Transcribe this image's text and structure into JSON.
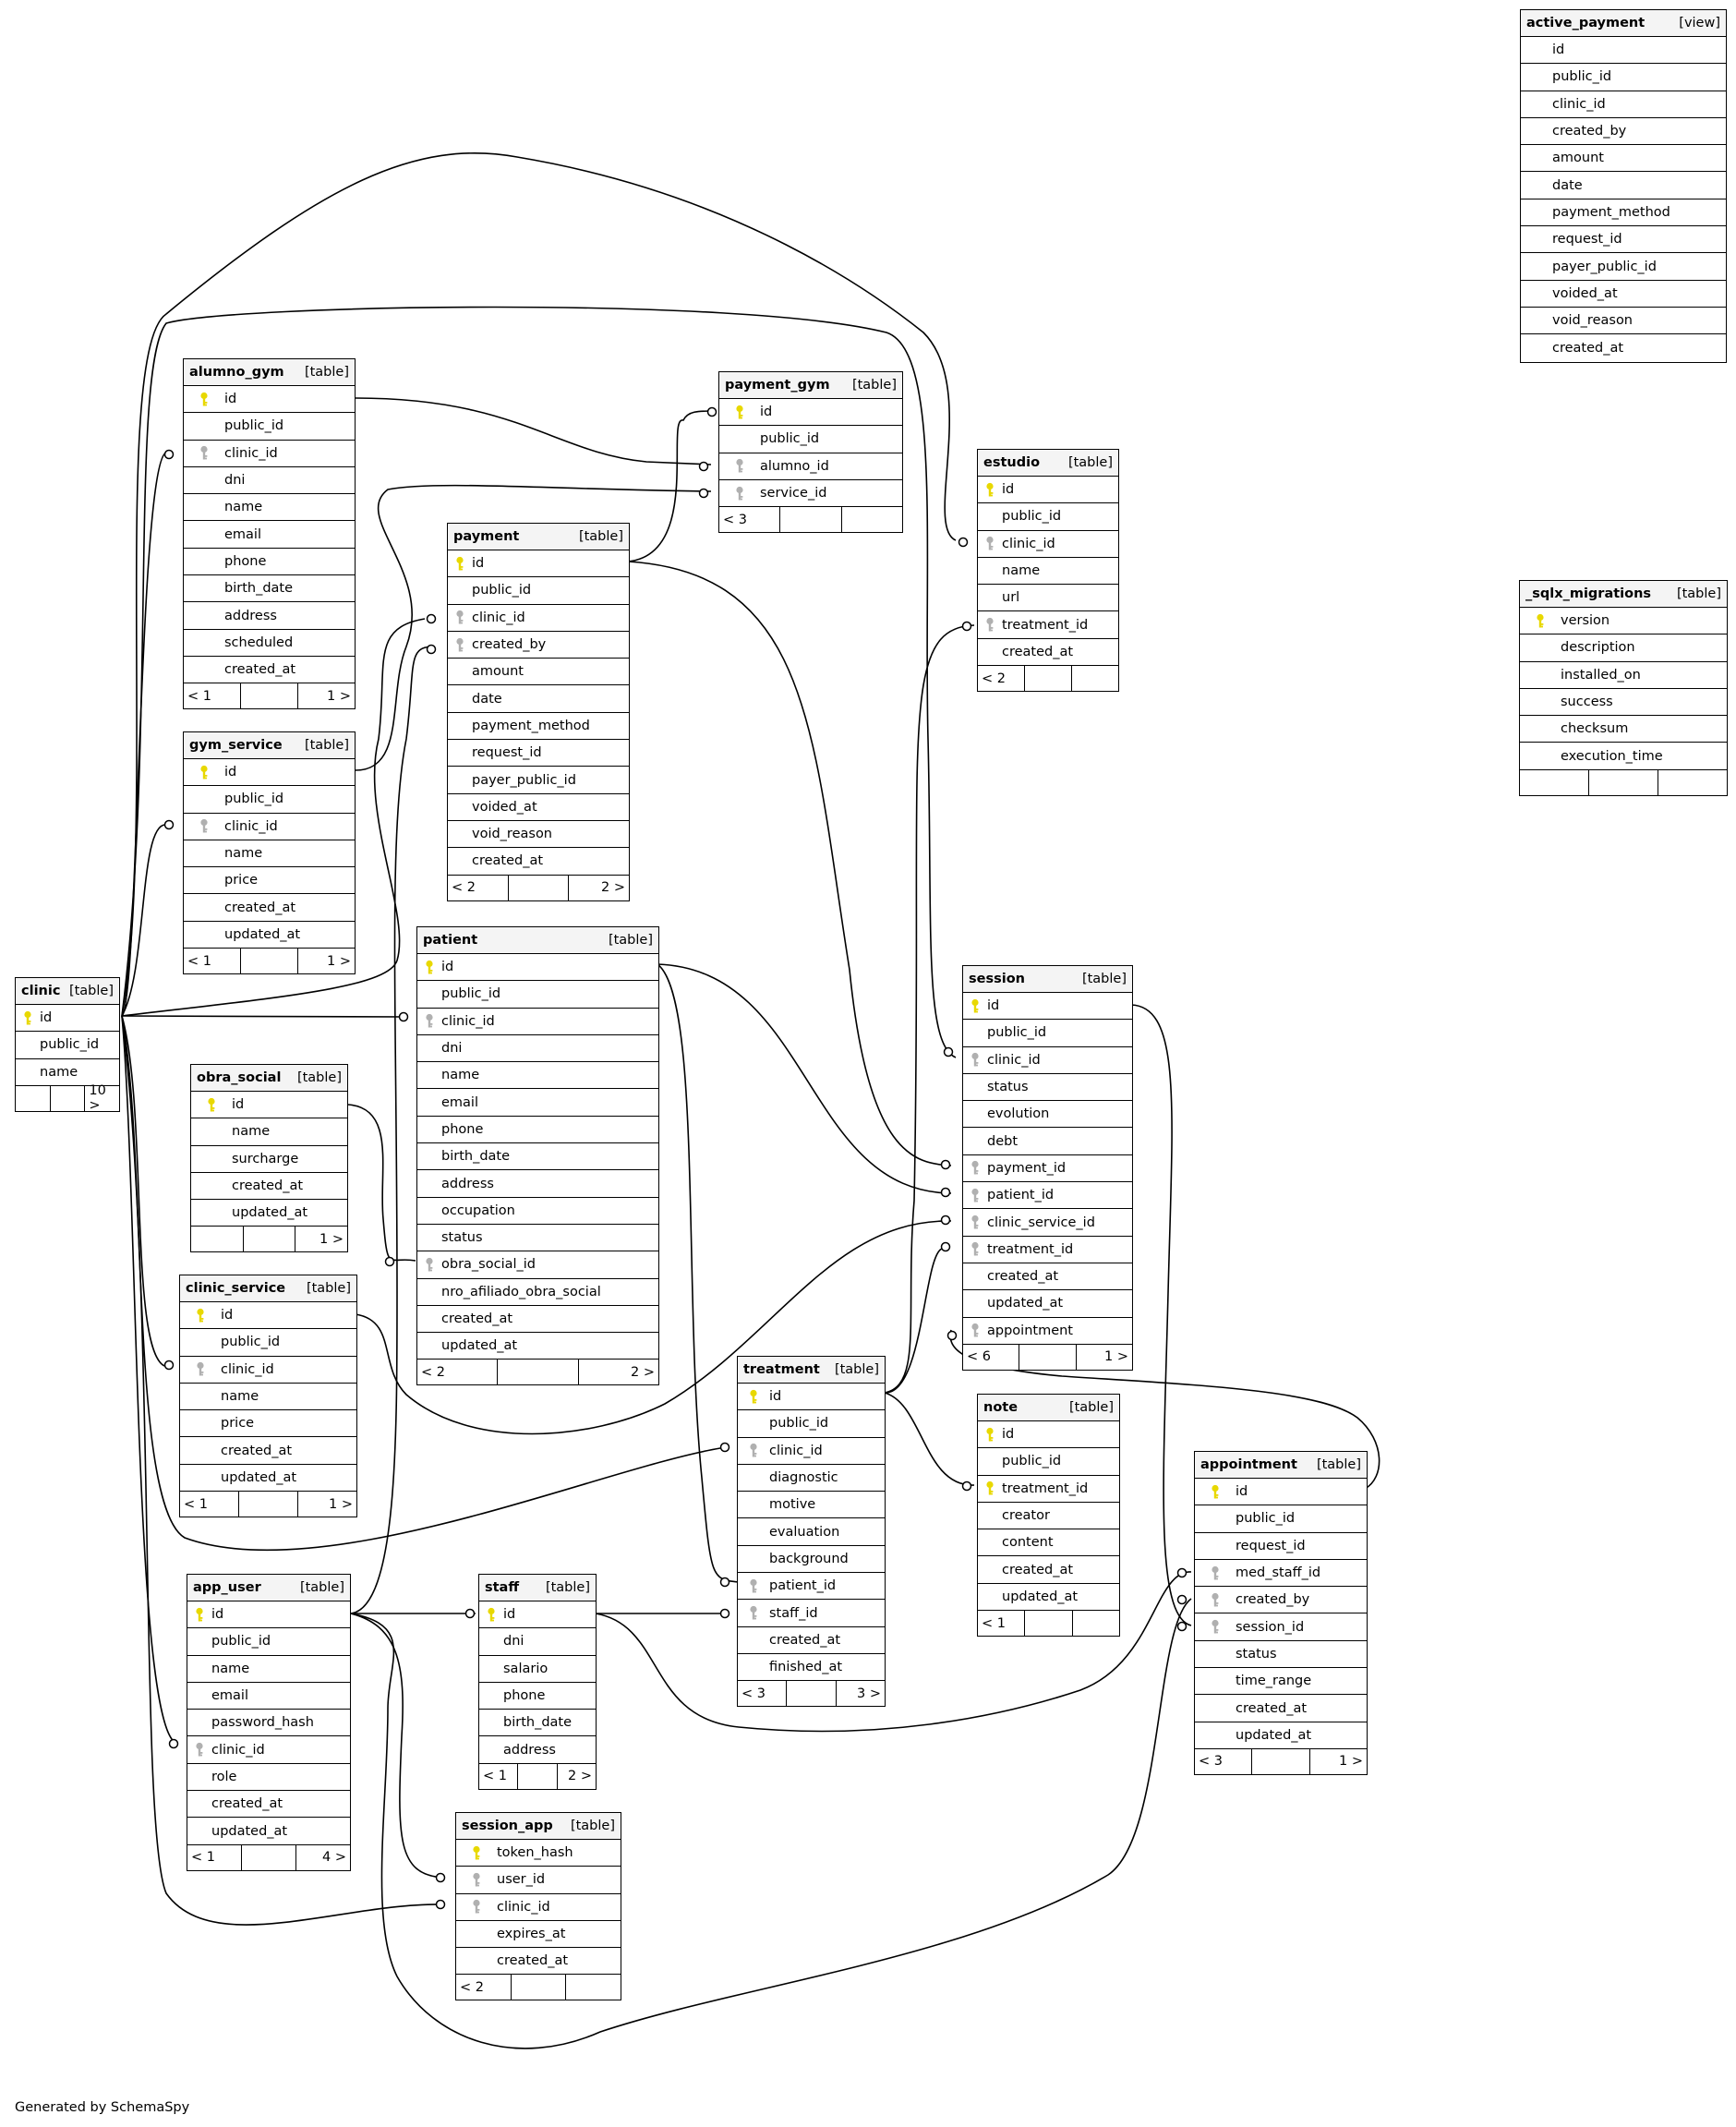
{
  "generator": "Generated by SchemaSpy",
  "colors": {
    "primary_key": "#e8d800",
    "foreign_key": "#b0b0b0",
    "header_bg": "#f4f4f4"
  },
  "tables": [
    {
      "name": "active_payment",
      "kind": "[view]",
      "columns": [
        {
          "n": "id"
        },
        {
          "n": "public_id"
        },
        {
          "n": "clinic_id"
        },
        {
          "n": "created_by"
        },
        {
          "n": "amount"
        },
        {
          "n": "date"
        },
        {
          "n": "payment_method"
        },
        {
          "n": "request_id"
        },
        {
          "n": "payer_public_id"
        },
        {
          "n": "voided_at"
        },
        {
          "n": "void_reason"
        },
        {
          "n": "created_at"
        }
      ],
      "footer": null
    },
    {
      "name": "alumno_gym",
      "kind": "[table]",
      "columns": [
        {
          "n": "id",
          "k": "pk"
        },
        {
          "n": "public_id"
        },
        {
          "n": "clinic_id",
          "k": "fk"
        },
        {
          "n": "dni"
        },
        {
          "n": "name"
        },
        {
          "n": "email"
        },
        {
          "n": "phone"
        },
        {
          "n": "birth_date"
        },
        {
          "n": "address"
        },
        {
          "n": "scheduled"
        },
        {
          "n": "created_at"
        }
      ],
      "footer": [
        "< 1",
        "",
        "1 >"
      ]
    },
    {
      "name": "payment_gym",
      "kind": "[table]",
      "columns": [
        {
          "n": "id",
          "k": "pk"
        },
        {
          "n": "public_id"
        },
        {
          "n": "alumno_id",
          "k": "fk"
        },
        {
          "n": "service_id",
          "k": "fk"
        }
      ],
      "footer": [
        "< 3",
        "",
        ""
      ]
    },
    {
      "name": "estudio",
      "kind": "[table]",
      "columns": [
        {
          "n": "id",
          "k": "pk"
        },
        {
          "n": "public_id"
        },
        {
          "n": "clinic_id",
          "k": "fk"
        },
        {
          "n": "name"
        },
        {
          "n": "url"
        },
        {
          "n": "treatment_id",
          "k": "fk"
        },
        {
          "n": "created_at"
        }
      ],
      "footer": [
        "< 2",
        "",
        ""
      ]
    },
    {
      "name": "payment",
      "kind": "[table]",
      "columns": [
        {
          "n": "id",
          "k": "pk"
        },
        {
          "n": "public_id"
        },
        {
          "n": "clinic_id",
          "k": "fk"
        },
        {
          "n": "created_by",
          "k": "fk"
        },
        {
          "n": "amount"
        },
        {
          "n": "date"
        },
        {
          "n": "payment_method"
        },
        {
          "n": "request_id"
        },
        {
          "n": "payer_public_id"
        },
        {
          "n": "voided_at"
        },
        {
          "n": "void_reason"
        },
        {
          "n": "created_at"
        }
      ],
      "footer": [
        "< 2",
        "",
        "2 >"
      ]
    },
    {
      "name": "_sqlx_migrations",
      "kind": "[table]",
      "columns": [
        {
          "n": "version",
          "k": "pk"
        },
        {
          "n": "description"
        },
        {
          "n": "installed_on"
        },
        {
          "n": "success"
        },
        {
          "n": "checksum"
        },
        {
          "n": "execution_time"
        }
      ],
      "footer": [
        "",
        "",
        ""
      ]
    },
    {
      "name": "gym_service",
      "kind": "[table]",
      "columns": [
        {
          "n": "id",
          "k": "pk"
        },
        {
          "n": "public_id"
        },
        {
          "n": "clinic_id",
          "k": "fk"
        },
        {
          "n": "name"
        },
        {
          "n": "price"
        },
        {
          "n": "created_at"
        },
        {
          "n": "updated_at"
        }
      ],
      "footer": [
        "< 1",
        "",
        "1 >"
      ]
    },
    {
      "name": "patient",
      "kind": "[table]",
      "columns": [
        {
          "n": "id",
          "k": "pk"
        },
        {
          "n": "public_id"
        },
        {
          "n": "clinic_id",
          "k": "fk"
        },
        {
          "n": "dni"
        },
        {
          "n": "name"
        },
        {
          "n": "email"
        },
        {
          "n": "phone"
        },
        {
          "n": "birth_date"
        },
        {
          "n": "address"
        },
        {
          "n": "occupation"
        },
        {
          "n": "status"
        },
        {
          "n": "obra_social_id",
          "k": "fk"
        },
        {
          "n": "nro_afiliado_obra_social"
        },
        {
          "n": "created_at"
        },
        {
          "n": "updated_at"
        }
      ],
      "footer": [
        "< 2",
        "",
        "2 >"
      ]
    },
    {
      "name": "session",
      "kind": "[table]",
      "columns": [
        {
          "n": "id",
          "k": "pk"
        },
        {
          "n": "public_id"
        },
        {
          "n": "clinic_id",
          "k": "fk"
        },
        {
          "n": "status"
        },
        {
          "n": "evolution"
        },
        {
          "n": "debt"
        },
        {
          "n": "payment_id",
          "k": "fk"
        },
        {
          "n": "patient_id",
          "k": "fk"
        },
        {
          "n": "clinic_service_id",
          "k": "fk"
        },
        {
          "n": "treatment_id",
          "k": "fk"
        },
        {
          "n": "created_at"
        },
        {
          "n": "updated_at"
        },
        {
          "n": "appointment",
          "k": "fk"
        }
      ],
      "footer": [
        "< 6",
        "",
        "1 >"
      ]
    },
    {
      "name": "clinic",
      "kind": "[table]",
      "columns": [
        {
          "n": "id",
          "k": "pk"
        },
        {
          "n": "public_id"
        },
        {
          "n": "name"
        }
      ],
      "footer": [
        "",
        "",
        "10 >"
      ]
    },
    {
      "name": "obra_social",
      "kind": "[table]",
      "columns": [
        {
          "n": "id",
          "k": "pk"
        },
        {
          "n": "name"
        },
        {
          "n": "surcharge"
        },
        {
          "n": "created_at"
        },
        {
          "n": "updated_at"
        }
      ],
      "footer": [
        "",
        "",
        "1 >"
      ]
    },
    {
      "name": "clinic_service",
      "kind": "[table]",
      "columns": [
        {
          "n": "id",
          "k": "pk"
        },
        {
          "n": "public_id"
        },
        {
          "n": "clinic_id",
          "k": "fk"
        },
        {
          "n": "name"
        },
        {
          "n": "price"
        },
        {
          "n": "created_at"
        },
        {
          "n": "updated_at"
        }
      ],
      "footer": [
        "< 1",
        "",
        "1 >"
      ]
    },
    {
      "name": "treatment",
      "kind": "[table]",
      "columns": [
        {
          "n": "id",
          "k": "pk"
        },
        {
          "n": "public_id"
        },
        {
          "n": "clinic_id",
          "k": "fk"
        },
        {
          "n": "diagnostic"
        },
        {
          "n": "motive"
        },
        {
          "n": "evaluation"
        },
        {
          "n": "background"
        },
        {
          "n": "patient_id",
          "k": "fk"
        },
        {
          "n": "staff_id",
          "k": "fk"
        },
        {
          "n": "created_at"
        },
        {
          "n": "finished_at"
        }
      ],
      "footer": [
        "< 3",
        "",
        "3 >"
      ]
    },
    {
      "name": "note",
      "kind": "[table]",
      "columns": [
        {
          "n": "id",
          "k": "pk"
        },
        {
          "n": "public_id"
        },
        {
          "n": "treatment_id",
          "k": "pkfk"
        },
        {
          "n": "creator"
        },
        {
          "n": "content"
        },
        {
          "n": "created_at"
        },
        {
          "n": "updated_at"
        }
      ],
      "footer": [
        "< 1",
        "",
        ""
      ]
    },
    {
      "name": "appointment",
      "kind": "[table]",
      "columns": [
        {
          "n": "id",
          "k": "pk"
        },
        {
          "n": "public_id"
        },
        {
          "n": "request_id"
        },
        {
          "n": "med_staff_id",
          "k": "fk"
        },
        {
          "n": "created_by",
          "k": "fk"
        },
        {
          "n": "session_id",
          "k": "fk"
        },
        {
          "n": "status"
        },
        {
          "n": "time_range"
        },
        {
          "n": "created_at"
        },
        {
          "n": "updated_at"
        }
      ],
      "footer": [
        "< 3",
        "",
        "1 >"
      ]
    },
    {
      "name": "app_user",
      "kind": "[table]",
      "columns": [
        {
          "n": "id",
          "k": "pk"
        },
        {
          "n": "public_id"
        },
        {
          "n": "name"
        },
        {
          "n": "email"
        },
        {
          "n": "password_hash"
        },
        {
          "n": "clinic_id",
          "k": "fk"
        },
        {
          "n": "role"
        },
        {
          "n": "created_at"
        },
        {
          "n": "updated_at"
        }
      ],
      "footer": [
        "< 1",
        "",
        "4 >"
      ]
    },
    {
      "name": "staff",
      "kind": "[table]",
      "columns": [
        {
          "n": "id",
          "k": "pk"
        },
        {
          "n": "dni"
        },
        {
          "n": "salario"
        },
        {
          "n": "phone"
        },
        {
          "n": "birth_date"
        },
        {
          "n": "address"
        }
      ],
      "footer": [
        "< 1",
        "",
        "2 >"
      ]
    },
    {
      "name": "session_app",
      "kind": "[table]",
      "columns": [
        {
          "n": "token_hash",
          "k": "pk"
        },
        {
          "n": "user_id",
          "k": "fk"
        },
        {
          "n": "clinic_id",
          "k": "fk"
        },
        {
          "n": "expires_at"
        },
        {
          "n": "created_at"
        }
      ],
      "footer": [
        "< 2",
        "",
        ""
      ]
    }
  ]
}
